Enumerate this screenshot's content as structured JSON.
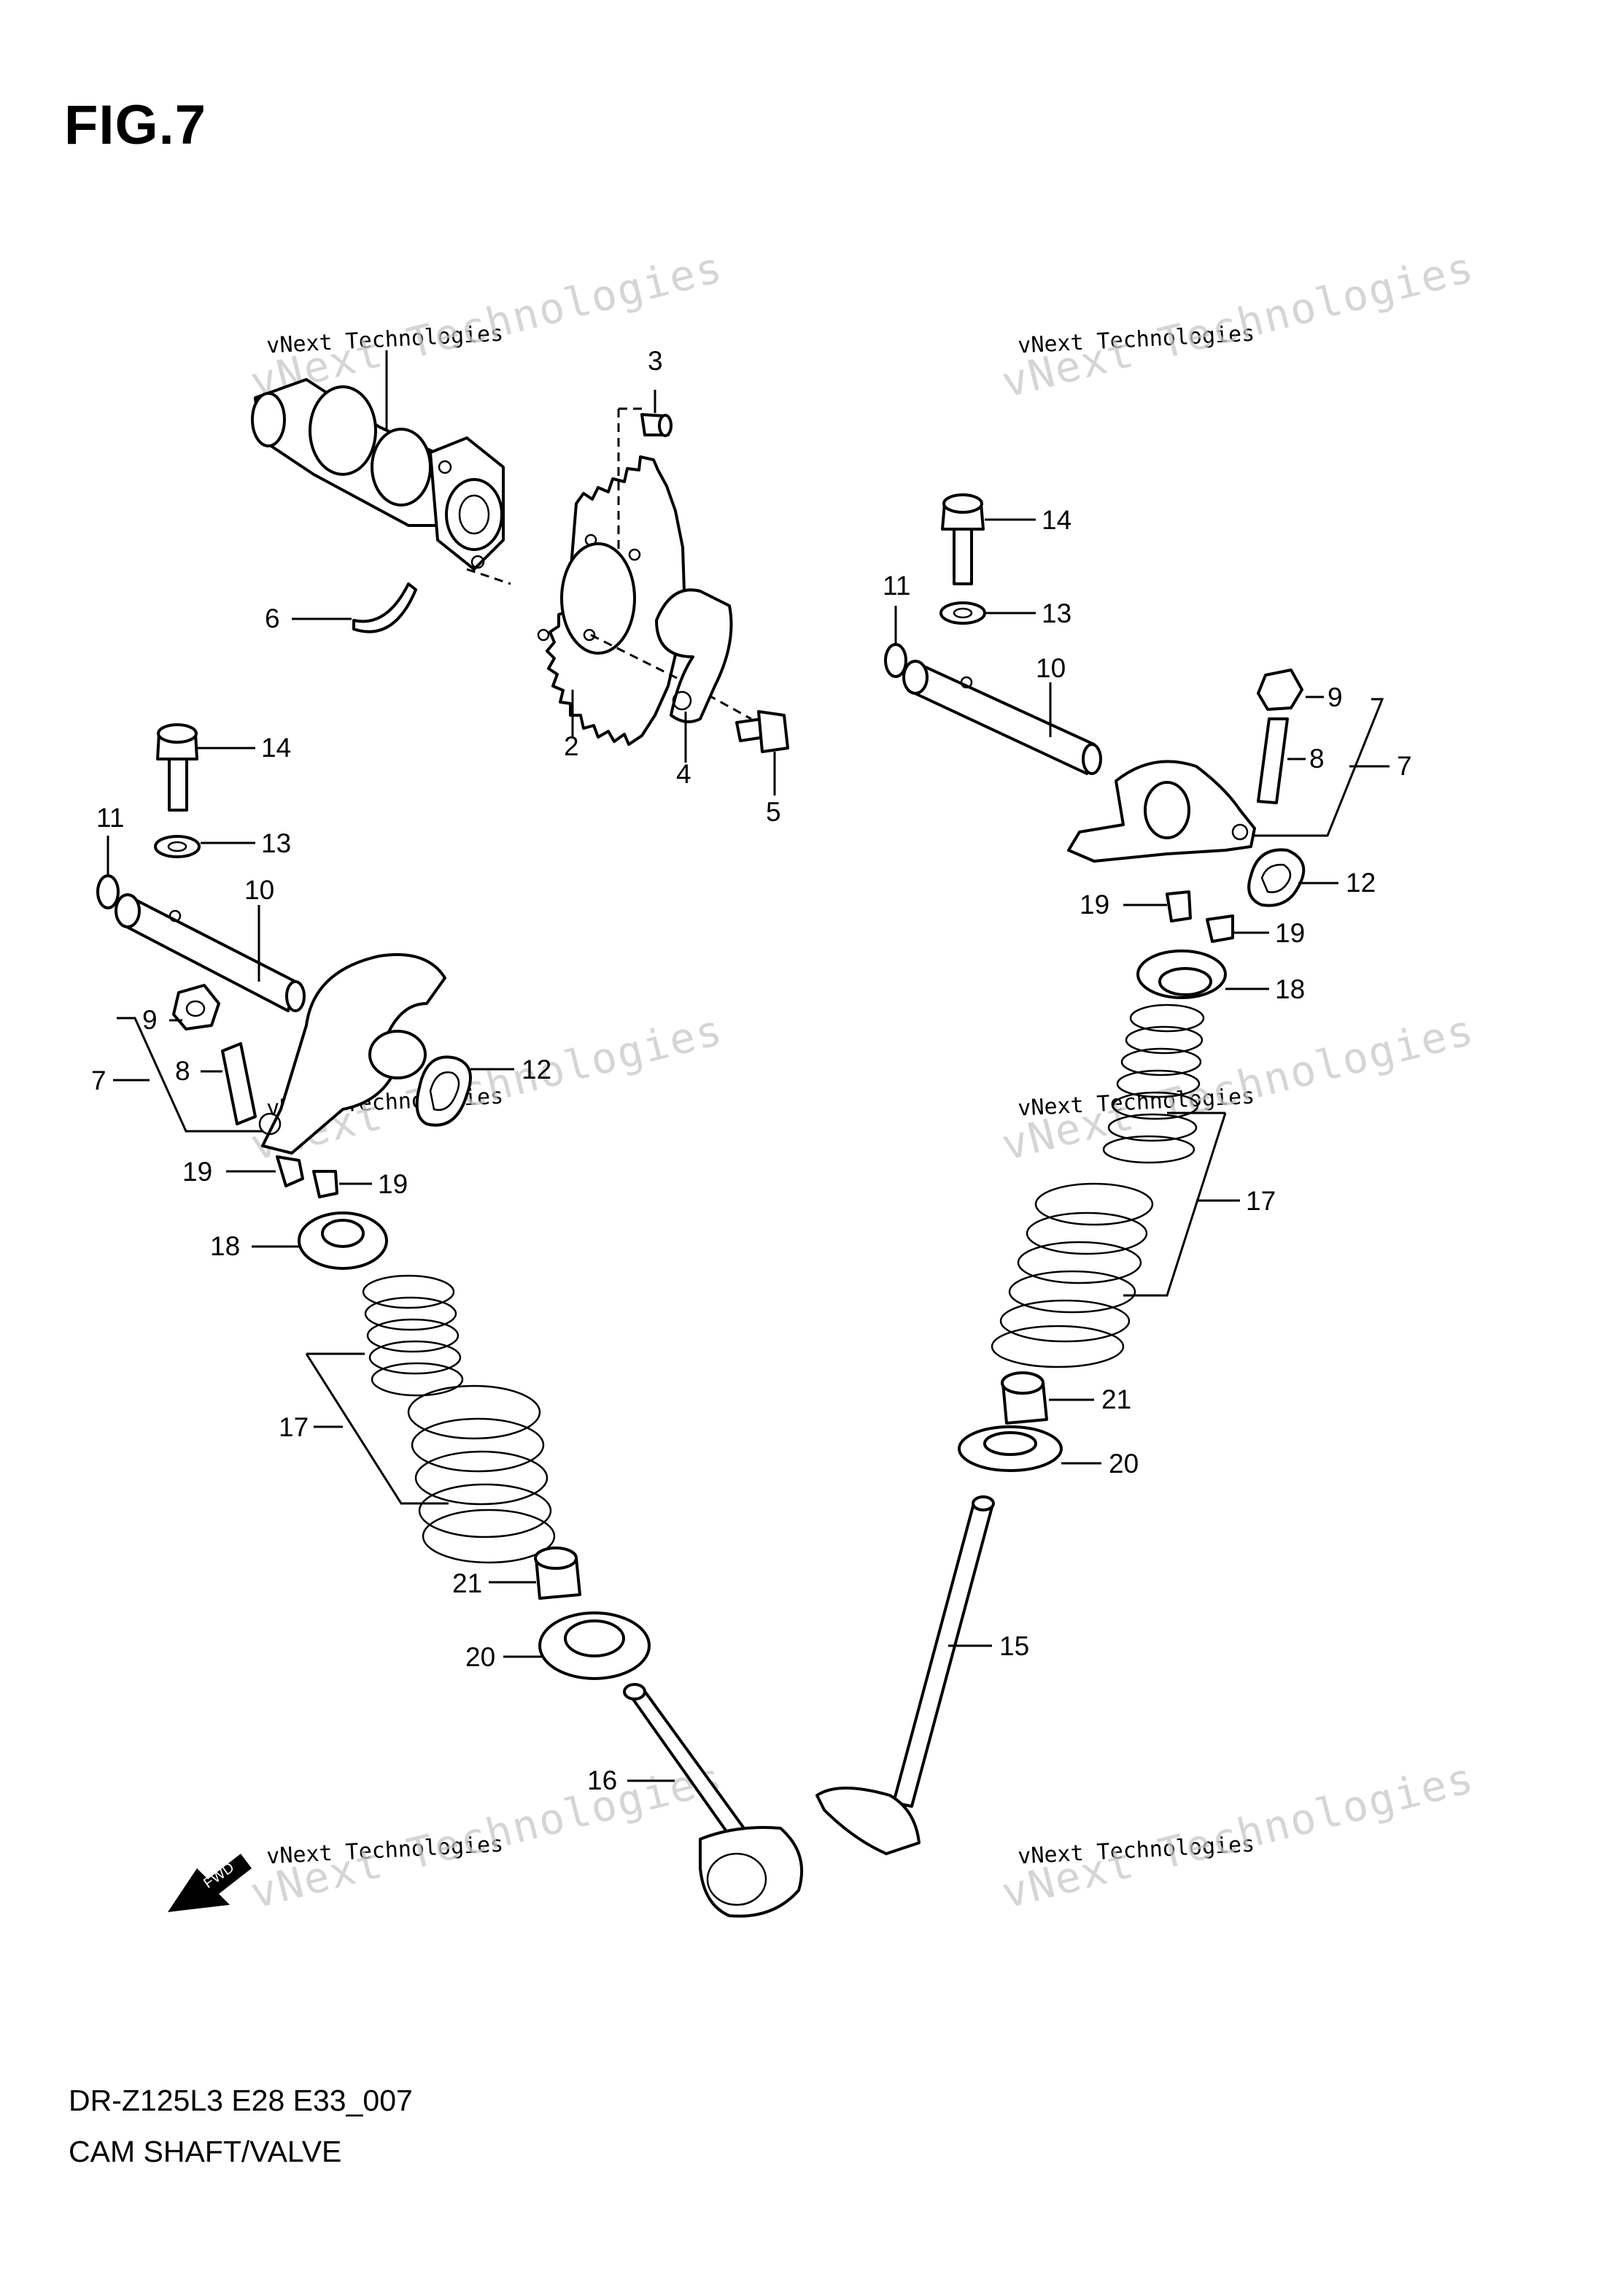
{
  "figure": {
    "title": "FIG.7",
    "model_line": "DR-Z125L3 E28 E33_007",
    "description": "CAM SHAFT/VALVE"
  },
  "watermark": {
    "line1": "vNext Technologies",
    "line2": "vNext Technologies"
  },
  "fwd_label": "FWD",
  "callouts": [
    "2",
    "3",
    "4",
    "5",
    "6",
    "7",
    "8",
    "9",
    "10",
    "11",
    "12",
    "13",
    "14",
    "15",
    "16",
    "17",
    "18",
    "19",
    "20",
    "21"
  ]
}
